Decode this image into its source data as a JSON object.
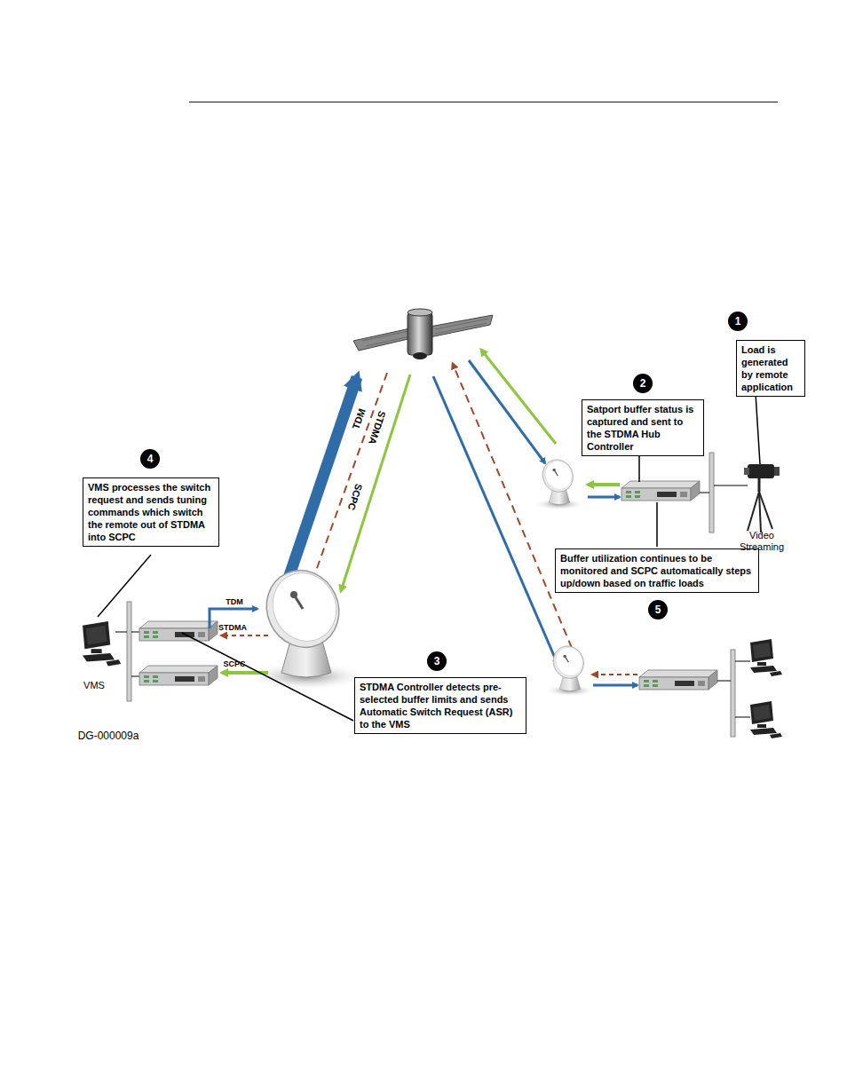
{
  "diagram": {
    "nodes": [
      {
        "text": [
          "Load is generated by remote application"
        ]
      },
      {
        "text": [
          "Satport buffer status is captured and sent to the STDMA Hub Controller"
        ]
      },
      {
        "text": [
          "VMS processes the switch request and sends tuning commands which switch the remote out of STDMA into SCPC"
        ]
      },
      {
        "text": [
          "Buffer utilization continues to be monitored and SCPC automatically steps up/down based on traffic loads"
        ]
      },
      {
        "text": [
          "STDMA Controller detects pre-selected buffer limits and sends Automatic Switch Request (ASR) to the VMS"
        ]
      }
    ],
    "labels": [
      "1",
      "2",
      "4",
      "TDM",
      "STDMA",
      "SCPC",
      "5",
      "TDM",
      "STDMA",
      "SCPC",
      "VMS",
      "3",
      "Video Streaming",
      "DG-000009a"
    ]
  }
}
